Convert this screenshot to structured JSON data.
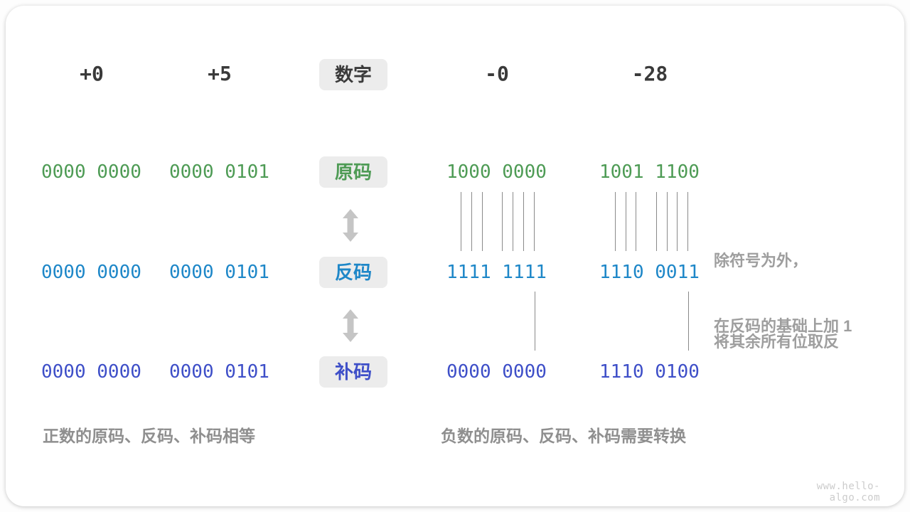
{
  "header": {
    "values": [
      "+0",
      "+5",
      "-0",
      "-28"
    ],
    "label": "数字"
  },
  "rows": [
    {
      "label": "原码",
      "color": "#4e9b55",
      "values": [
        "0000 0000",
        "0000 0101",
        "1000 0000",
        "1001 1100"
      ]
    },
    {
      "label": "反码",
      "color": "#1e87c8",
      "values": [
        "0000 0000",
        "0000 0101",
        "1111 1111",
        "1110 0011"
      ]
    },
    {
      "label": "补码",
      "color": "#3e4fc8",
      "values": [
        "0000 0000",
        "0000 0101",
        "0000 0000",
        "1110 0100"
      ]
    }
  ],
  "annotations": {
    "invert_line1": "除符号为外，",
    "invert_line2": "将其余所有位取反",
    "add_one": "在反码的基础上加 1",
    "positive_note": "正数的原码、反码、补码相等",
    "negative_note": "负数的原码、反码、补码需要转换"
  },
  "watermark": "www.hello-algo.com",
  "palette": {
    "text_dark": "#3a3a3a",
    "box_bg": "#ececec",
    "gray_note": "#9e9e9e",
    "gray_caption": "#8f8f8f",
    "arrow": "#c5c5c5",
    "line": "#8a8a8a",
    "watermark": "#cccccc"
  }
}
